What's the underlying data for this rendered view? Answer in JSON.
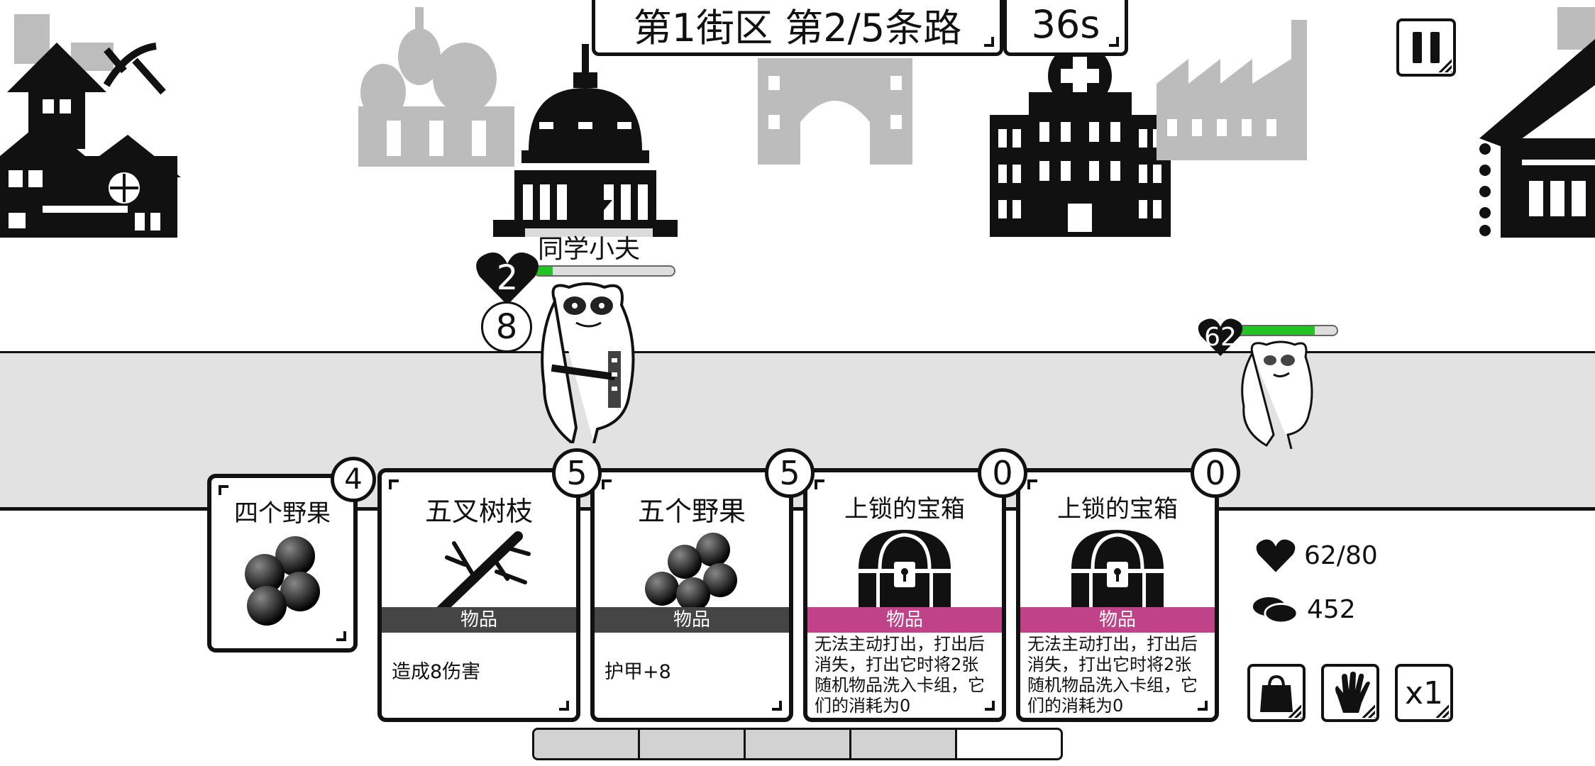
{
  "header": {
    "location": "第1街区 第2/5条路",
    "timer": "36s"
  },
  "controls": {
    "pause_icon": "pause-icon",
    "shop_icon": "bag-icon",
    "hand_icon": "hand-icon",
    "speed_label": "x1"
  },
  "player": {
    "name": "同学小夫",
    "heart_value": "2",
    "block_value": "8",
    "hp_fraction": 0.13
  },
  "enemy": {
    "heart_value": "62",
    "hp_fraction": 0.78
  },
  "stats": {
    "hp": "62/80",
    "coins": "452"
  },
  "cards": [
    {
      "title": "四个野果",
      "cost": "4",
      "art": "berries-icon"
    },
    {
      "title": "五叉树枝",
      "cost": "5",
      "type": "物品",
      "desc": "造成8伤害",
      "art": "branch-icon"
    },
    {
      "title": "五个野果",
      "cost": "5",
      "type": "物品",
      "desc": "护甲+8",
      "art": "berries-icon"
    },
    {
      "title": "上锁的宝箱",
      "cost": "0",
      "type": "物品",
      "desc": "无法主动打出，打出后消失，打出它时将2张随机物品洗入卡组，它们的消耗为0",
      "art": "chest-icon"
    },
    {
      "title": "上锁的宝箱",
      "cost": "0",
      "type": "物品",
      "desc": "无法主动打出，打出后消失，打出它时将2张随机物品洗入卡组，它们的消耗为0",
      "art": "chest-icon"
    }
  ],
  "colors": {
    "item_band": "#454545",
    "locked_band": "#c0438a",
    "hp_green": "#22c322"
  },
  "deck_progress": {
    "filled": 4,
    "total": 5
  }
}
